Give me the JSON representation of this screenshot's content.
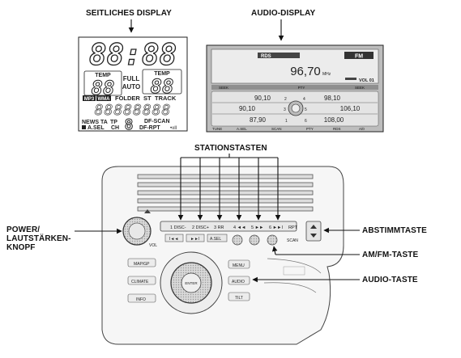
{
  "labels": {
    "side_display": "SEITLICHES DISPLAY",
    "audio_display": "AUDIO-DISPLAY",
    "station_keys": "STATIONSTASTEN",
    "power_line1": "POWER/",
    "power_line2": "LAUTSTÄRKEN-",
    "power_line3": "KNOPF",
    "tune_key": "ABSTIMMTASTE",
    "amfm_key": "AM/FM-TASTE",
    "audio_key": "AUDIO-TASTE"
  },
  "side_display": {
    "clock": "88:88",
    "temp_left_label": "TEMP",
    "temp_left_value": "88",
    "full": "FULL",
    "auto": "AUTO",
    "temp_right_label": "TEMP",
    "temp_right_value": "88",
    "mp3": "MP3",
    "wma": "WMA",
    "folder": "FOLDER",
    "st": "ST",
    "track": "TRACK",
    "segments": "88888888",
    "news": "NEWS",
    "ta": "TA",
    "tp": "TP",
    "digit": "8",
    "df_scan": "DF-SCAN",
    "asel": "A.SEL",
    "ch": "CH",
    "df_rpt": "DF-RPT"
  },
  "audio_display": {
    "rds": "RDS",
    "preset": "FM",
    "frequency": "96,70",
    "unit": "MHz",
    "vol": "VOL 01",
    "seek": "SEEK",
    "pty_top": "PTY",
    "presets": [
      {
        "label": "90,10",
        "num": "2"
      },
      {
        "label": "98,10",
        "num": "4"
      },
      {
        "label": "90,10",
        "num": "3"
      },
      {
        "label": "106,10",
        "num": "5"
      },
      {
        "label": "87,90",
        "num": "1"
      },
      {
        "label": "108,00",
        "num": "6"
      }
    ],
    "bottom_items": [
      "TUNE",
      "A.SEL",
      "SCAN",
      "PTY",
      "RDS",
      "A/0"
    ]
  },
  "unit": {
    "preset_buttons": [
      "1 DISC-",
      "2 DISC+",
      "3 RR",
      "4 ◄◄",
      "5 ►►",
      "6 ►►I"
    ],
    "rpt": "RPT",
    "vol_label": "VOL",
    "asel": "A.SEL",
    "scan": "SCAN",
    "map": "MAP/GP",
    "climate": "CLIMATE",
    "info": "INFO",
    "menu": "MENU",
    "audio": "AUDIO",
    "tilt": "TILT",
    "enter": "ENTER"
  }
}
